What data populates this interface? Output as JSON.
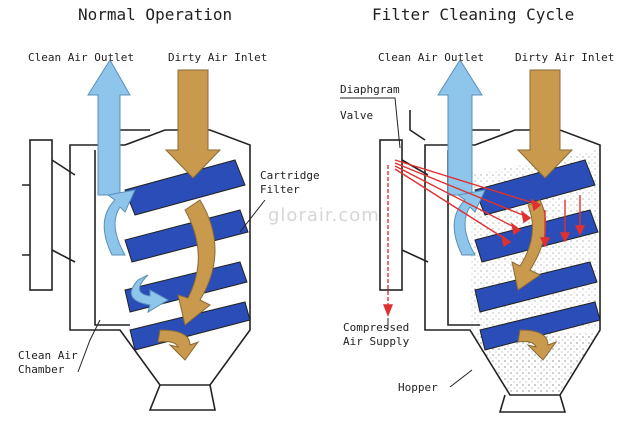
{
  "diagram": {
    "left": {
      "title": "Normal Operation",
      "labels": {
        "clean_air_outlet": "Clean Air Outlet",
        "dirty_air_inlet": "Dirty Air Inlet",
        "cartridge": "Cartridge",
        "filter": "Filter",
        "clean_air": "Clean Air",
        "chamber": "Chamber"
      }
    },
    "right": {
      "title": "Filter Cleaning Cycle",
      "labels": {
        "clean_air_outlet": "Clean Air Outlet",
        "dirty_air_inlet": "Dirty Air Inlet",
        "diaphgram": "Diaphgram",
        "valve": "Valve",
        "compressed": "Compressed",
        "air_supply": "Air Supply",
        "hopper": "Hopper"
      }
    },
    "watermark": "glorair.com",
    "colors": {
      "outline": "#222222",
      "filter_blue": "#2a4db8",
      "clean_air": "#8ec5ea",
      "dirty_air": "#c99a4e",
      "pulse_red": "#e03030"
    }
  }
}
